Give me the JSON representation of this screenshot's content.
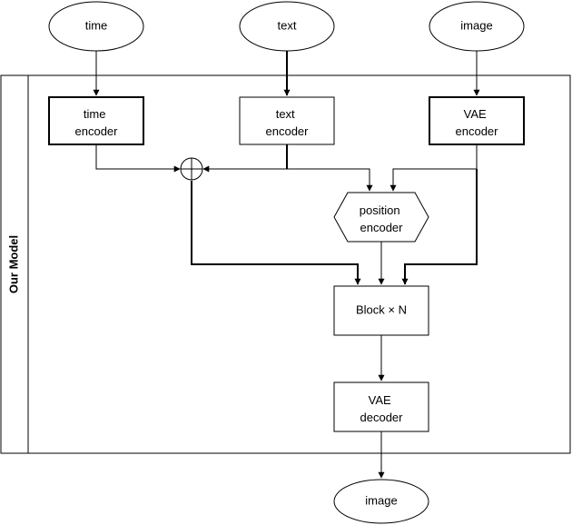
{
  "inputs": {
    "time": "time",
    "text": "text",
    "image": "image"
  },
  "container": {
    "label": "Our Model"
  },
  "encoders": {
    "time": [
      "time",
      "encoder"
    ],
    "text": [
      "text",
      "encoder"
    ],
    "vae": [
      "VAE",
      "encoder"
    ],
    "position": [
      "position",
      "encoder"
    ]
  },
  "block": {
    "label": "Block × N"
  },
  "decoder": {
    "vae": [
      "VAE",
      "decoder"
    ]
  },
  "output": {
    "image": "image"
  },
  "colors": {
    "stroke": "#000000",
    "fill": "#ffffff"
  }
}
